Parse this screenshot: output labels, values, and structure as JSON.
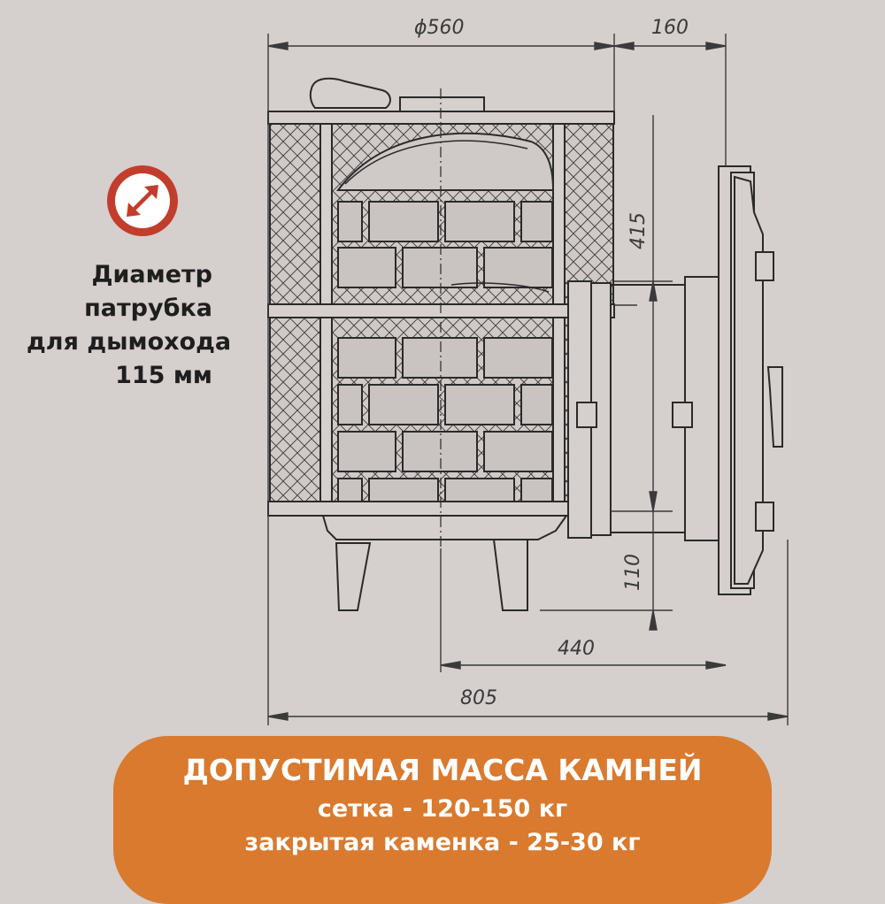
{
  "dimensions": {
    "diameter": "ϕ560",
    "top_right": "160",
    "height_upper": "415",
    "height_lower": "110",
    "depth_inner": "440",
    "depth_total": "805"
  },
  "chimney_info": {
    "lines": [
      "Диаметр",
      "патрубка",
      "для дымохода",
      "115 мм"
    ]
  },
  "banner": {
    "title": "ДОПУСТИМАЯ МАССА КАМНЕЙ",
    "line_mesh": "сетка - 120-150 кг",
    "line_closed": "закрытая каменка - 25-30 кг"
  },
  "colors": {
    "background": "#d5cfcd",
    "accent": "#d97a2f",
    "icon_red": "#c33d2c",
    "stone_fill": "#c9c3c1",
    "line": "#2a2a2a"
  },
  "icons": {
    "diameter_icon": "diagonal-double-arrow-icon"
  }
}
